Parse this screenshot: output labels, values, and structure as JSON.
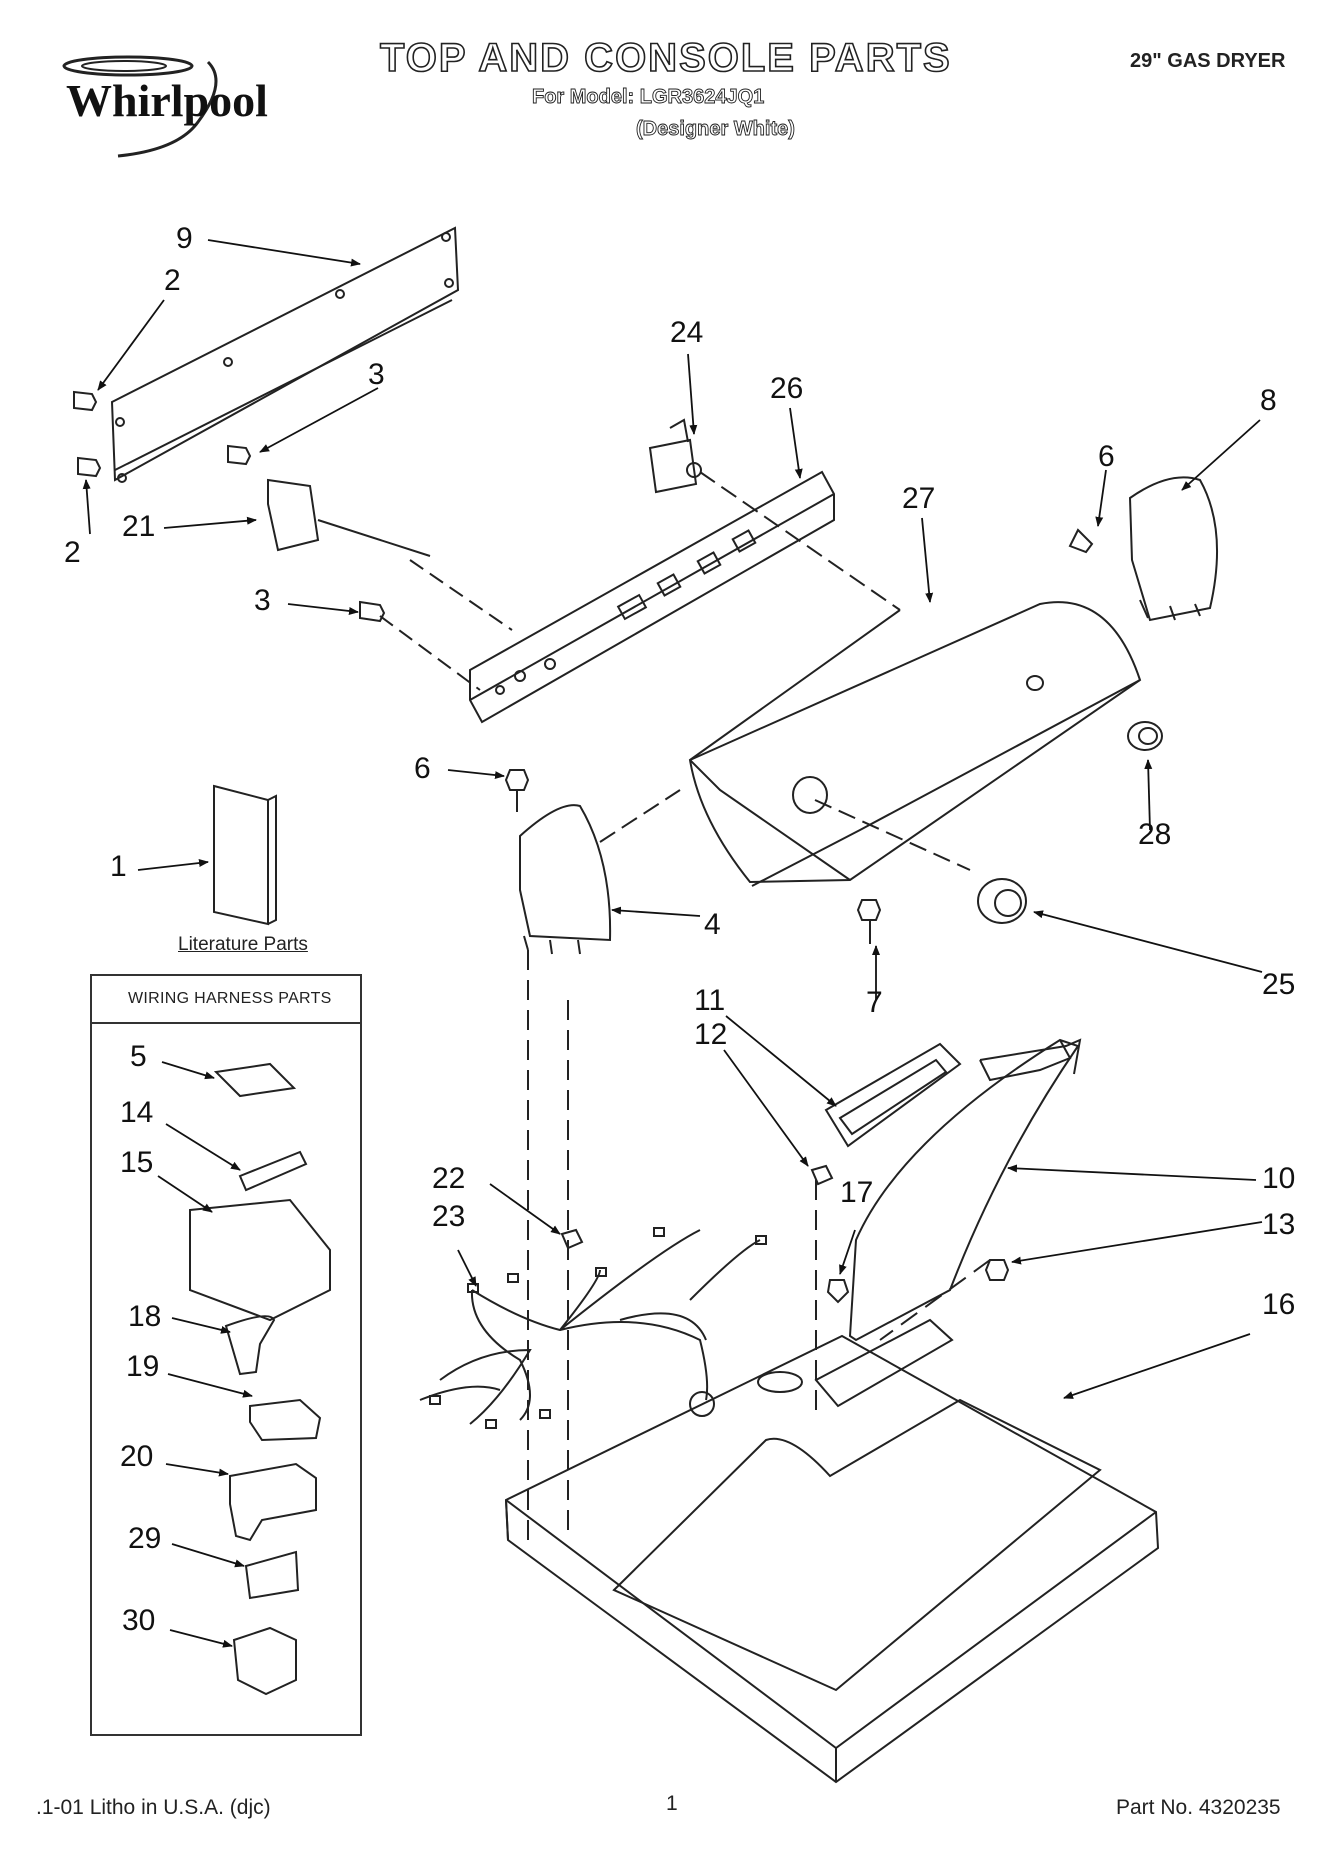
{
  "header": {
    "brand": "Whirlpool",
    "title": "TOP AND CONSOLE PARTS",
    "model_line": "For Model: LGR3624JQ1",
    "color_line": "(Designer White)",
    "product": "29\" GAS DRYER"
  },
  "diagram": {
    "callouts": {
      "c1": "1",
      "c2a": "2",
      "c2b": "2",
      "c3a": "3",
      "c3b": "3",
      "c4": "4",
      "c5": "5",
      "c6a": "6",
      "c6b": "6",
      "c7": "7",
      "c8": "8",
      "c9": "9",
      "c10": "10",
      "c11": "11",
      "c12": "12",
      "c13": "13",
      "c14": "14",
      "c15": "15",
      "c16": "16",
      "c17": "17",
      "c18": "18",
      "c19": "19",
      "c20": "20",
      "c21": "21",
      "c22": "22",
      "c23": "23",
      "c24": "24",
      "c25": "25",
      "c26": "26",
      "c27": "27",
      "c28": "28",
      "c29": "29",
      "c30": "30"
    },
    "literature_label": "Literature Parts",
    "harness_title": "WIRING HARNESS PARTS"
  },
  "footer": {
    "left": ".1-01 Litho in U.S.A. (djc)",
    "center": "1",
    "right": "Part No. 4320235"
  }
}
